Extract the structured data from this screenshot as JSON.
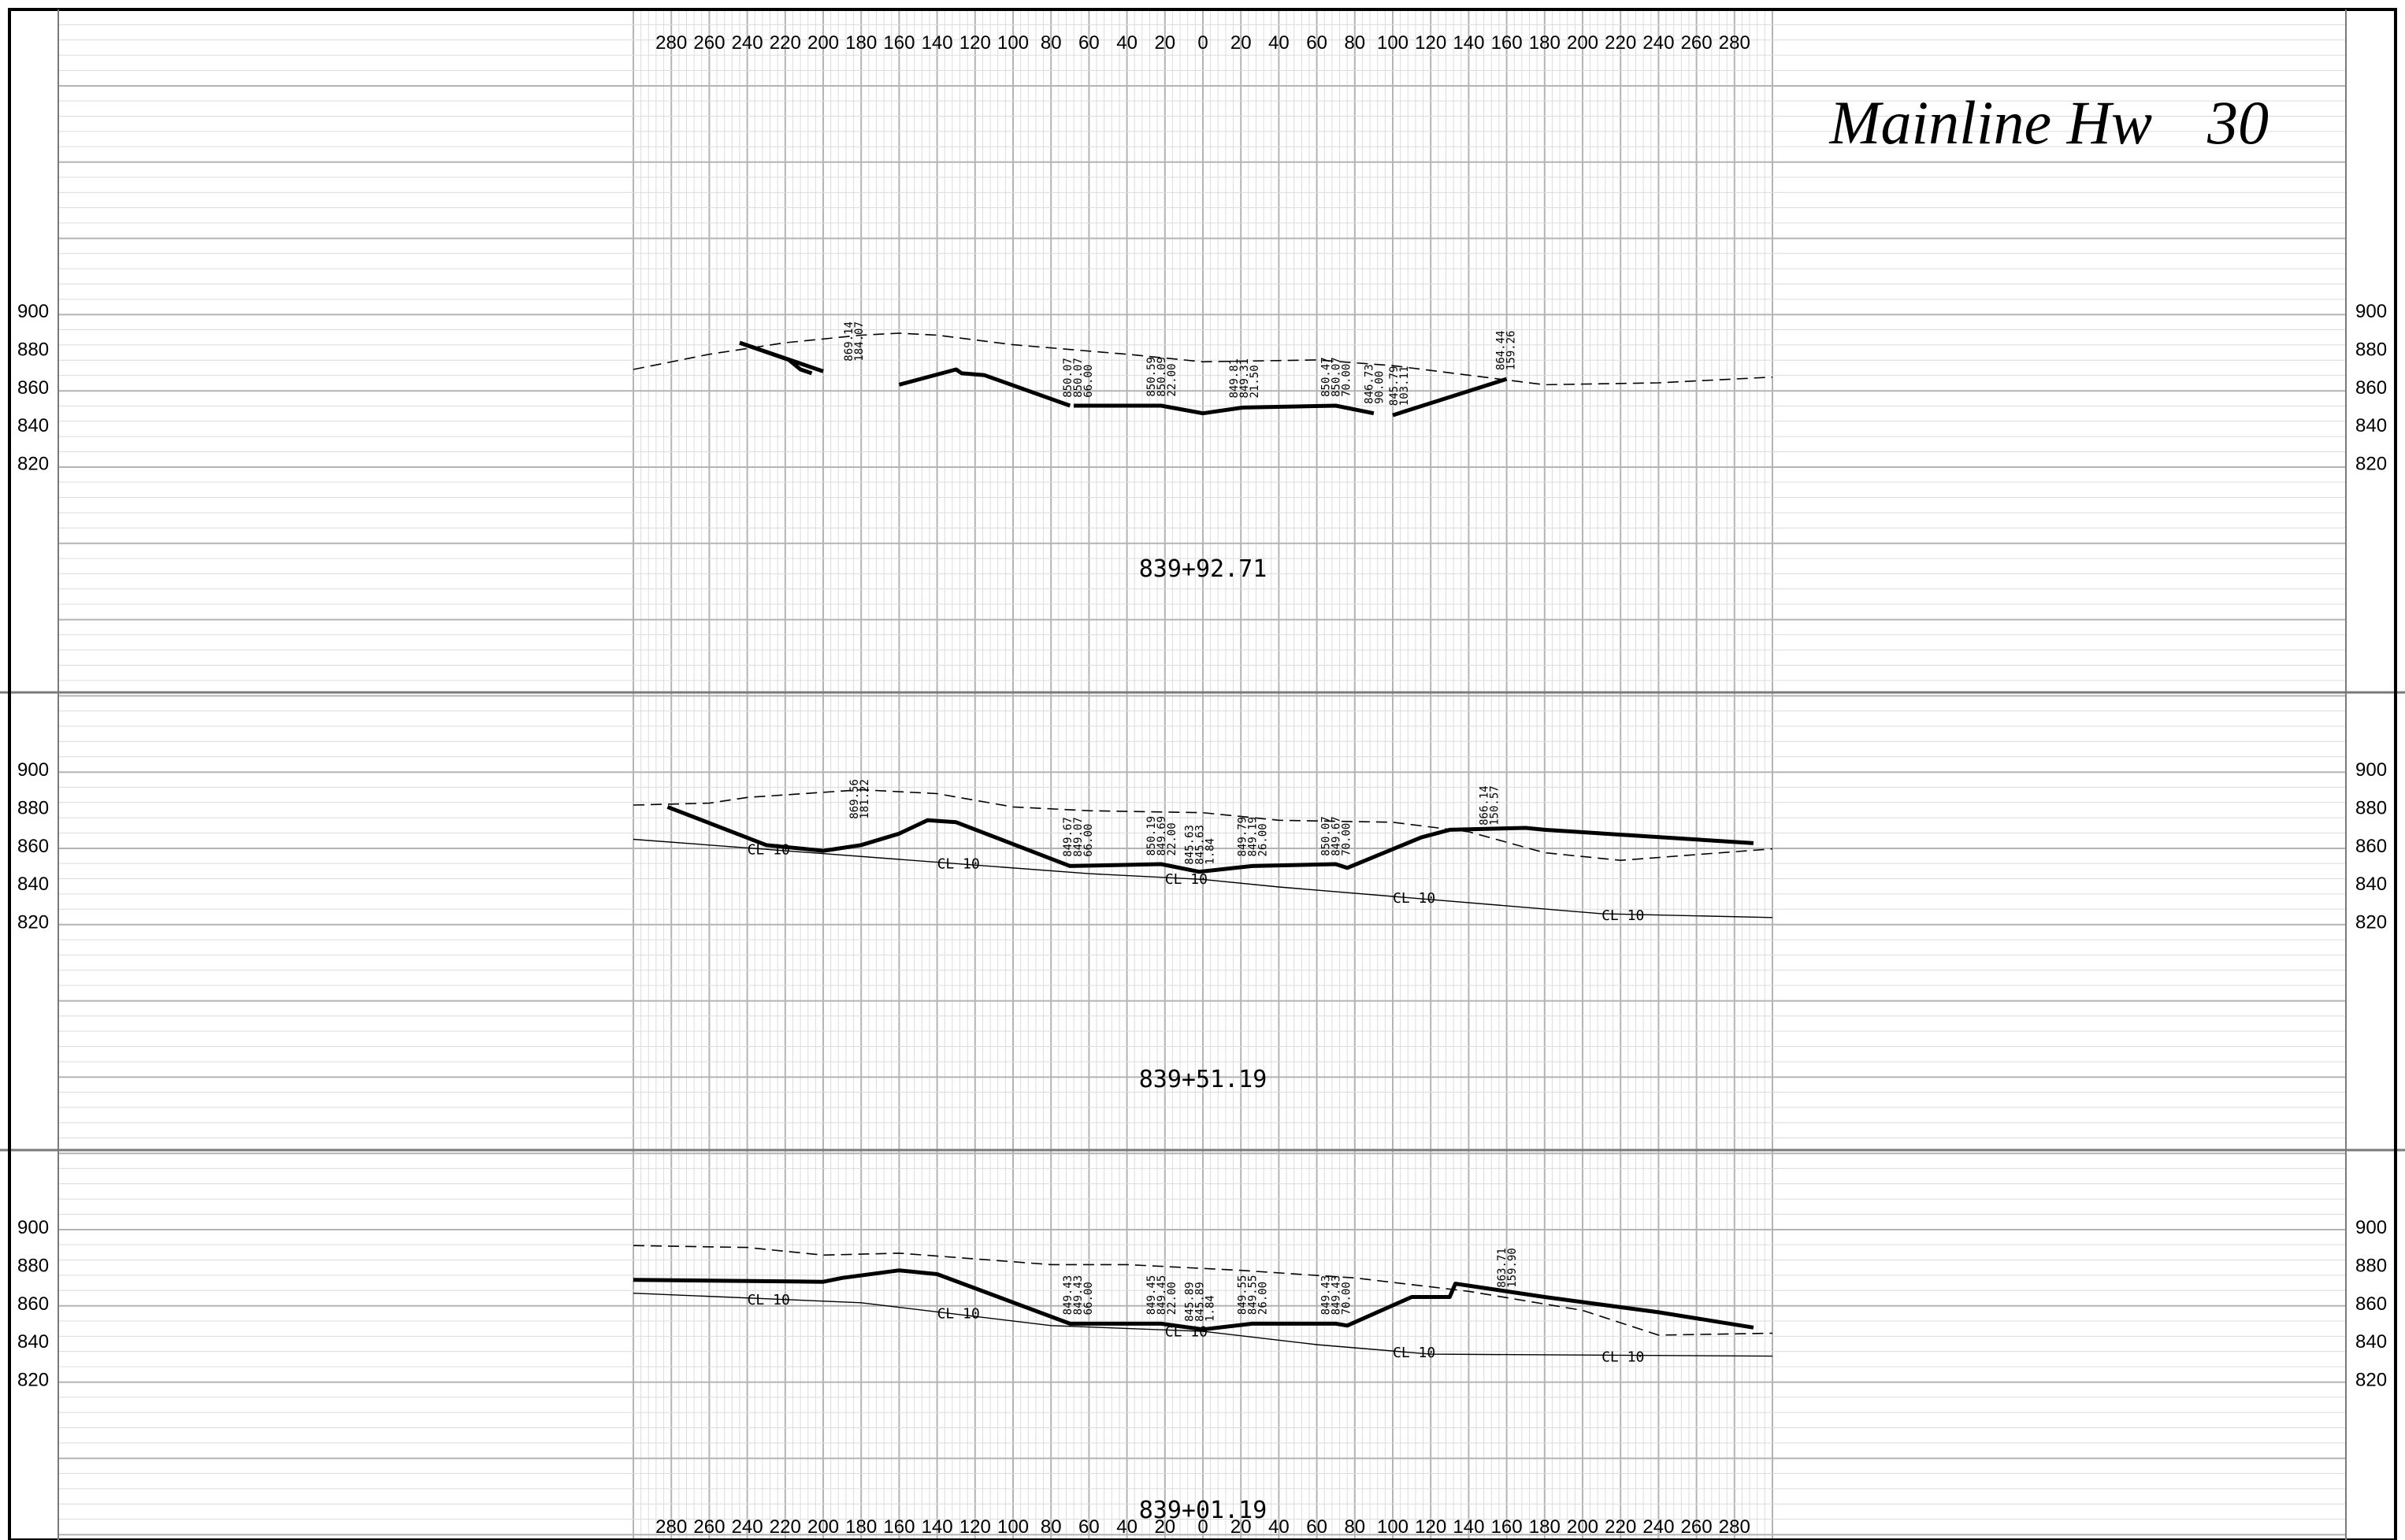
{
  "title": "Mainline Hw 30",
  "title_parts": {
    "road": "Mainline Hw",
    "number": "30"
  },
  "x_ticks": [
    "280",
    "260",
    "240",
    "220",
    "200",
    "180",
    "160",
    "140",
    "120",
    "100",
    "80",
    "60",
    "40",
    "20",
    "0",
    "20",
    "40",
    "60",
    "80",
    "100",
    "120",
    "140",
    "160",
    "180",
    "200",
    "220",
    "240",
    "260",
    "280"
  ],
  "x_tick_offsets": [
    -280,
    -260,
    -240,
    -220,
    -200,
    -180,
    -160,
    -140,
    -120,
    -100,
    -80,
    -60,
    -40,
    -20,
    0,
    20,
    40,
    60,
    80,
    100,
    120,
    140,
    160,
    180,
    200,
    220,
    240,
    260,
    280
  ],
  "y_ticks": [
    "900",
    "880",
    "860",
    "840",
    "820"
  ],
  "y_tick_values": [
    900,
    880,
    860,
    840,
    820
  ],
  "sections": [
    {
      "station": "839+92.71",
      "annotations": [
        {
          "x": -184.07,
          "elev": 869.14,
          "lines": [
            "869.14",
            "184.07"
          ]
        },
        {
          "x": -66.0,
          "elev": 850.07,
          "lines": [
            "850.07",
            "850.07",
            "66.00"
          ]
        },
        {
          "x": -22.0,
          "elev": 850.59,
          "lines": [
            "850.59",
            "850.09",
            "22.00"
          ]
        },
        {
          "x": 21.5,
          "elev": 849.81,
          "lines": [
            "849.81",
            "849.31",
            "21.50"
          ]
        },
        {
          "x": 70.0,
          "elev": 850.47,
          "lines": [
            "850.47",
            "850.07",
            "70.00"
          ]
        },
        {
          "x": 90.0,
          "elev": 846.73,
          "lines": [
            "846.73",
            "90.00"
          ]
        },
        {
          "x": 103.11,
          "elev": 845.79,
          "lines": [
            "845.79",
            "103.11"
          ]
        },
        {
          "x": 159.26,
          "elev": 864.44,
          "lines": [
            "864.44",
            "159.26"
          ]
        }
      ],
      "cl_labels": []
    },
    {
      "station": "839+51.19",
      "annotations": [
        {
          "x": -181.22,
          "elev": 869.56,
          "lines": [
            "869.56",
            "181.22"
          ]
        },
        {
          "x": -66.0,
          "elev": 849.67,
          "lines": [
            "849.67",
            "849.07",
            "66.00"
          ]
        },
        {
          "x": -22.0,
          "elev": 850.19,
          "lines": [
            "850.19",
            "849.69",
            "22.00"
          ]
        },
        {
          "x": -1.84,
          "elev": 845.63,
          "lines": [
            "845.63",
            "845.63",
            "1.84"
          ]
        },
        {
          "x": 26.0,
          "elev": 849.79,
          "lines": [
            "849.79",
            "849.19",
            "26.00"
          ]
        },
        {
          "x": 70.0,
          "elev": 850.07,
          "lines": [
            "850.07",
            "849.67",
            "70.00"
          ]
        },
        {
          "x": 150.57,
          "elev": 866.14,
          "lines": [
            "866.14",
            "150.57"
          ]
        }
      ],
      "cl_labels": [
        "CL 10",
        "CL 10",
        "CL 10",
        "CL 10",
        "CL 10"
      ]
    },
    {
      "station": "839+01.19",
      "annotations": [
        {
          "x": -66.0,
          "elev": 849.43,
          "lines": [
            "849.43",
            "849.43",
            "66.00"
          ]
        },
        {
          "x": -22.0,
          "elev": 849.45,
          "lines": [
            "849.45",
            "849.45",
            "22.00"
          ]
        },
        {
          "x": -1.84,
          "elev": 845.89,
          "lines": [
            "845.89",
            "845.89",
            "1.84"
          ]
        },
        {
          "x": 26.0,
          "elev": 849.55,
          "lines": [
            "849.55",
            "849.55",
            "26.00"
          ]
        },
        {
          "x": 70.0,
          "elev": 849.43,
          "lines": [
            "849.43",
            "849.43",
            "70.00"
          ]
        },
        {
          "x": 159.9,
          "elev": 863.71,
          "lines": [
            "863.71",
            "159.90"
          ]
        }
      ],
      "cl_labels": [
        "CL 10",
        "CL 10",
        "CL 10",
        "CL 10",
        "CL 10"
      ]
    }
  ],
  "colors": {
    "grid_minor": "#dcdcdc",
    "grid_major": "#b4b4b4",
    "band_line": "#7a7a7a",
    "ink": "#000000"
  }
}
